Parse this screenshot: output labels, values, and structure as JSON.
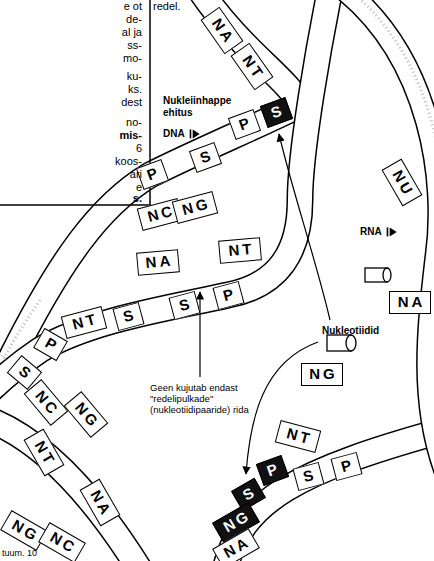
{
  "diagram": {
    "nodes": [
      {
        "text": [
          "NA"
        ]
      },
      {
        "text": [
          "NT"
        ]
      },
      {
        "text": [
          "P"
        ]
      },
      {
        "text": [
          "S"
        ]
      },
      {
        "text": [
          "P"
        ]
      },
      {
        "text": [
          "S"
        ]
      },
      {
        "text": [
          "NU"
        ]
      },
      {
        "text": [
          "NC"
        ]
      },
      {
        "text": [
          "NG"
        ]
      },
      {
        "text": [
          "NA"
        ]
      },
      {
        "text": [
          "NT"
        ]
      },
      {
        "text": [
          "NA"
        ]
      },
      {
        "text": [
          "P"
        ]
      },
      {
        "text": [
          "S"
        ]
      },
      {
        "text": [
          "NT"
        ]
      },
      {
        "text": [
          "S"
        ]
      },
      {
        "text": [
          "S"
        ]
      },
      {
        "text": [
          "P"
        ]
      },
      {
        "text": [
          "NG"
        ]
      },
      {
        "text": [
          "NC"
        ]
      },
      {
        "text": [
          "NG"
        ]
      },
      {
        "text": [
          "NT"
        ]
      },
      {
        "text": [
          "NT"
        ]
      },
      {
        "text": [
          "P"
        ]
      },
      {
        "text": [
          "S"
        ]
      },
      {
        "text": [
          "S"
        ]
      },
      {
        "text": [
          "P"
        ]
      },
      {
        "text": [
          "NA"
        ]
      },
      {
        "text": [
          "NG"
        ]
      },
      {
        "text": [
          "NC"
        ]
      },
      {
        "text": [
          "NG"
        ]
      },
      {
        "text": [
          "NA"
        ]
      }
    ],
    "labels": [
      "e ot",
      "de-",
      "al ja",
      "ss-",
      "mo-",
      "ku-",
      "ks.",
      "dest",
      "no-",
      "mis-",
      "6",
      "koos-",
      "ari",
      "e",
      "s.",
      "redel.",
      "Nukleiinhappe ehitus",
      "DNA",
      "RNA",
      "Nukleotiidid",
      "Geen kujutab endast \"redelipulkade\" (nukleotiidipaaride) rida",
      "tuum. 10"
    ]
  }
}
